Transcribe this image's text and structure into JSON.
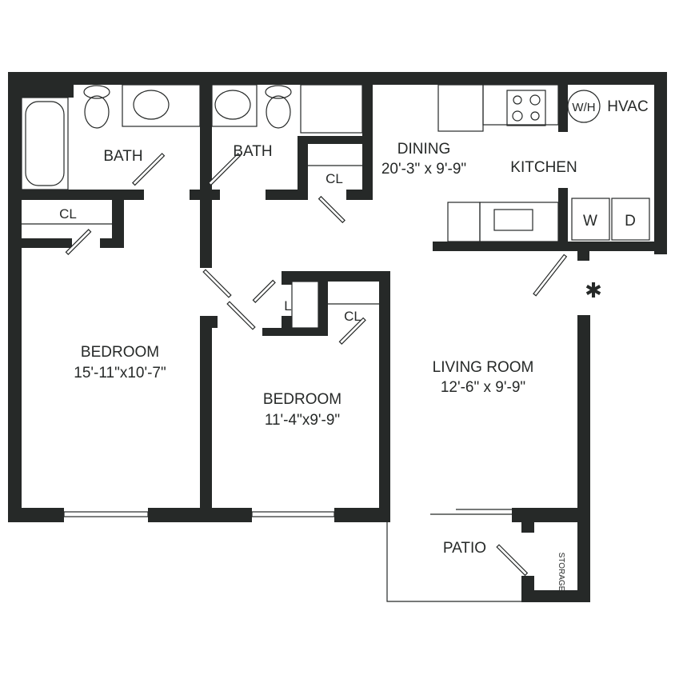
{
  "rooms": {
    "bath1": "BATH",
    "bath2": "BATH",
    "closet1": "CL",
    "closet2": "CL",
    "closet3": "CL",
    "linen": "L",
    "dining": "DINING",
    "dining_dims": "20'-3\" x 9'-9\"",
    "kitchen": "KITCHEN",
    "water_heater": "W/H",
    "hvac": "HVAC",
    "washer": "W",
    "dryer": "D",
    "bedroom1": "BEDROOM",
    "bedroom1_dims": "15'-11\"x10'-7\"",
    "bedroom2": "BEDROOM",
    "bedroom2_dims": "11'-4\"x9'-9\"",
    "living": "LIVING ROOM",
    "living_dims": "12'-6\" x 9'-9\"",
    "patio": "PATIO",
    "storage": "STORAGE"
  },
  "colors": {
    "wall": "#262928"
  }
}
